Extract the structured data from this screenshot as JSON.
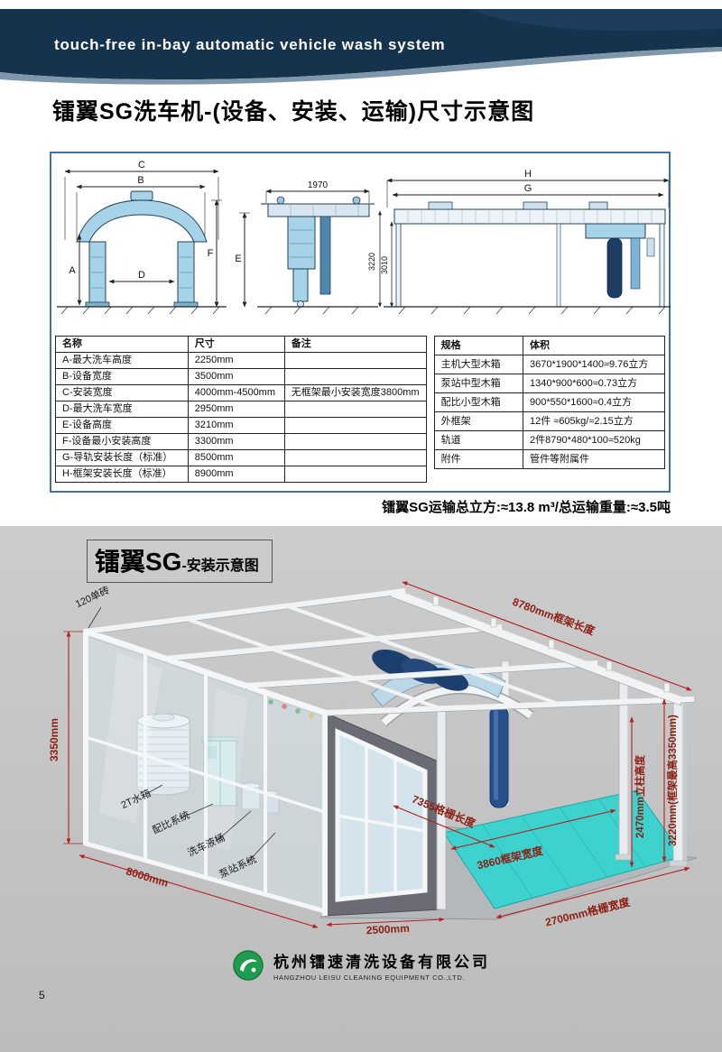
{
  "banner": {
    "text": "touch-free in-bay automatic vehicle wash system"
  },
  "page_title": "镭翼SG洗车机-(设备、安装、运输)尺寸示意图",
  "drawings": {
    "front": {
      "c": "C",
      "b": "B",
      "a": "A",
      "d": "D"
    },
    "side": {
      "width": "1970",
      "f": "F",
      "e": "E"
    },
    "elevation": {
      "h": "H",
      "g": "G",
      "dim1": "3220",
      "dim2": "3010"
    }
  },
  "spec_table": {
    "headers": [
      "名称",
      "尺寸",
      "备注"
    ],
    "rows": [
      [
        "A-最大洗车高度",
        "2250mm",
        ""
      ],
      [
        "B-设备宽度",
        "3500mm",
        ""
      ],
      [
        "C-安装宽度",
        "4000mm-4500mm",
        "无框架最小安装宽度3800mm"
      ],
      [
        "D-最大洗车宽度",
        "2950mm",
        ""
      ],
      [
        "E-设备高度",
        "3210mm",
        ""
      ],
      [
        "F-设备最小安装高度",
        "3300mm",
        ""
      ],
      [
        "G-导轨安装长度（标准）",
        "8500mm",
        ""
      ],
      [
        "H-框架安装长度（标准）",
        "8900mm",
        ""
      ]
    ]
  },
  "volume_table": {
    "headers": [
      "规格",
      "体积"
    ],
    "rows": [
      [
        "主机大型木箱",
        "3670*1900*1400≈9.76立方"
      ],
      [
        "泵站中型木箱",
        "1340*900*600≈0.73立方"
      ],
      [
        "配比小型木箱",
        "900*550*1600≈0.4立方"
      ],
      [
        "外框架",
        "12件 ≈605kg/≈2.15立方"
      ],
      [
        "轨道",
        "2件8790*480*100≈520kg"
      ],
      [
        "附件",
        "管件等附属件"
      ]
    ]
  },
  "transport_summary": "镭翼SG运输总立方:≈13.8 m³/总运输重量:≈3.5吨",
  "install": {
    "title_main": "镭翼SG",
    "title_sub": "-安装示意图",
    "labels": {
      "brick": "120单砖",
      "frame_length": "8780mm框架长度",
      "left_height": "3350mm",
      "water_tank": "2T水箱",
      "mix_system": "配比系统",
      "detergent_barrel": "洗车液桶",
      "pump_system": "泵站系统",
      "floor_length": "8000mm",
      "grate_length": "7355格栅长度",
      "frame_width": "3860框架宽度",
      "front_width": "2500mm",
      "grate_width": "2700mm格栅宽度",
      "column_height": "2470mm立柱高度",
      "frame_height": "3220mm(框架最高3350mm)"
    }
  },
  "footer": {
    "company_cn": "杭州镭速清洗设备有限公司",
    "company_en": "HANGZHOU LEISU CLEANING EQUIPMENT CO.,LTD.",
    "page_number": "5"
  }
}
